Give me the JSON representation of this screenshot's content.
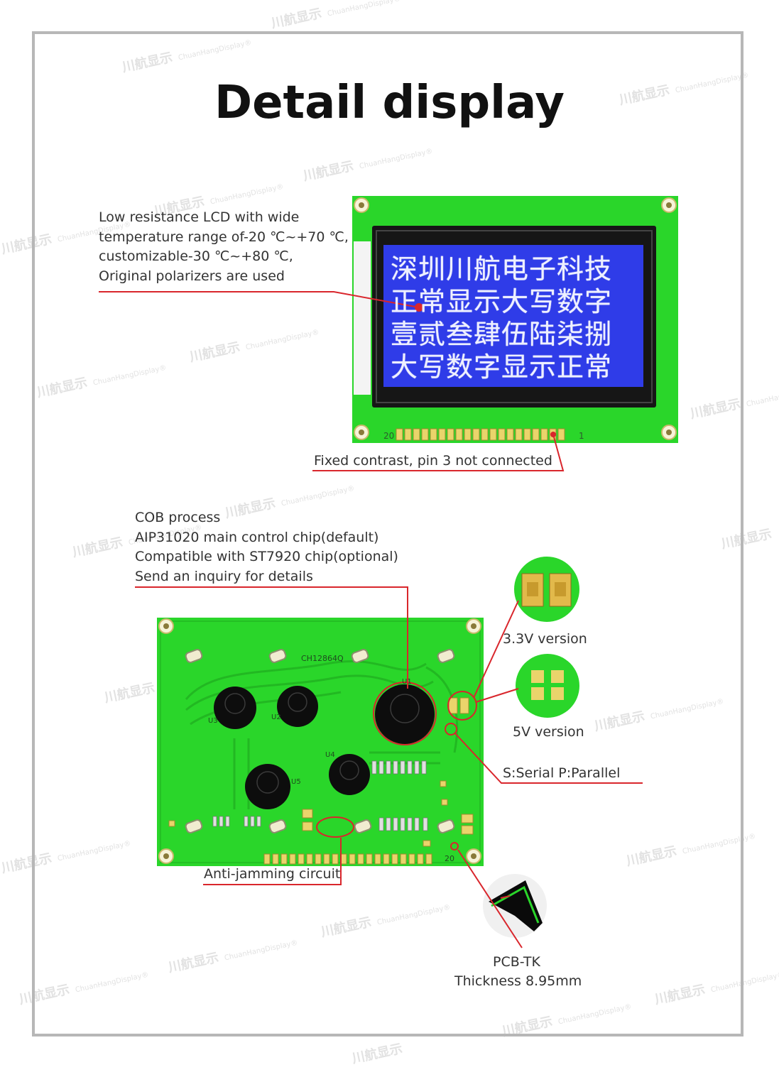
{
  "title": "Detail display",
  "front_annotation": {
    "lines": [
      "Low resistance LCD with wide",
      "temperature range of-20 ℃~+70 ℃,",
      "customizable-30 ℃~+80 ℃,",
      "Original polarizers are used"
    ]
  },
  "contrast_label": "Fixed contrast, pin 3 not connected",
  "lcd_text": [
    "深圳川航电子科技",
    "正常显示大写数字",
    "壹贰叁肆伍陆柒捌",
    "大写数字显示正常"
  ],
  "pin_labels": {
    "left": "20",
    "right": "1",
    "back_pin": "20"
  },
  "back_annotation": {
    "lines": [
      "COB process",
      "AIP31020 main control chip(default)",
      "Compatible with ST7920 chip(optional)",
      "Send an inquiry for details"
    ]
  },
  "board_silk": {
    "model": "CH12864Q",
    "chips": [
      "U3",
      "U2",
      "U1",
      "U4",
      "U5"
    ]
  },
  "labels": {
    "v33": "3.3V version",
    "v5": "5V version",
    "serial_parallel": "S:Serial P:Parallel",
    "anti_jamming": "Anti-jamming circuit",
    "pcb_line1": "PCB-TK",
    "pcb_line2": "Thickness 8.95mm"
  },
  "watermark": {
    "cn": "川航显示",
    "en": "ChuanHangDisplay®"
  },
  "colors": {
    "pcb_green": "#2ad62a",
    "lcd_blue": "#2f3ce8",
    "pointer_red": "#d9262c",
    "frame_gray": "#b7b7b7"
  }
}
